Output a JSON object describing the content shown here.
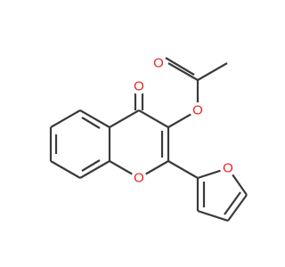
{
  "molecule": {
    "colors": {
      "bond": "#3a3a3a",
      "oxygen": "#e8231e",
      "background": "#ffffff"
    },
    "atom_labels": {
      "ketone_o": "O",
      "ester_o": "O",
      "carbonyl_o": "O",
      "ring_o": "O",
      "furan_o": "O"
    }
  }
}
